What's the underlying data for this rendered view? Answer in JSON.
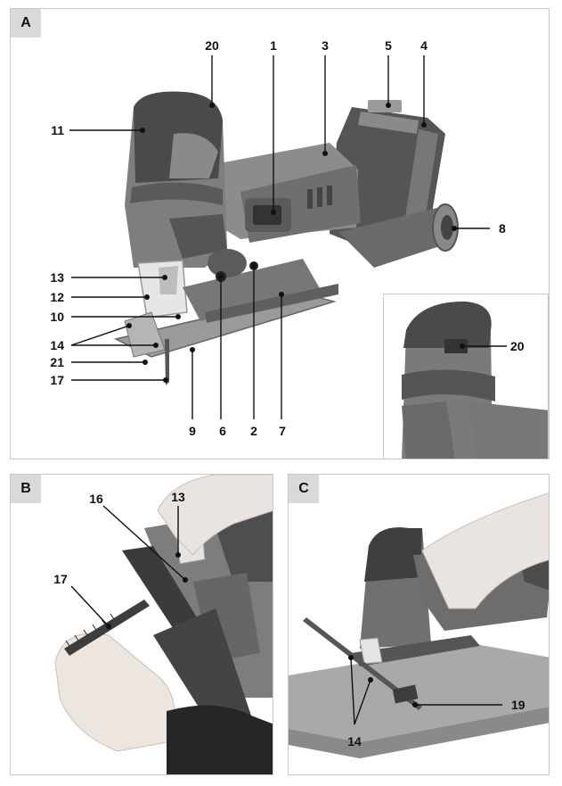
{
  "panels": {
    "a": {
      "tag": "A"
    },
    "b": {
      "tag": "B"
    },
    "c": {
      "tag": "C"
    }
  },
  "callouts_a": {
    "n20": "20",
    "n1": "1",
    "n3": "3",
    "n5": "5",
    "n4": "4",
    "n11": "11",
    "n8": "8",
    "n13": "13",
    "n12": "12",
    "n10": "10",
    "n14": "14",
    "n21": "21",
    "n17": "17",
    "n9": "9",
    "n6": "6",
    "n2": "2",
    "n7": "7",
    "inset20": "20"
  },
  "callouts_b": {
    "n16": "16",
    "n13": "13",
    "n17": "17"
  },
  "callouts_c": {
    "n19": "19",
    "n14": "14"
  },
  "colors": {
    "body": "#8e8e8e",
    "dark": "#3f3f3f",
    "mid": "#6b6b6b",
    "light": "#bdbdbd",
    "border": "#c9c9c9"
  }
}
